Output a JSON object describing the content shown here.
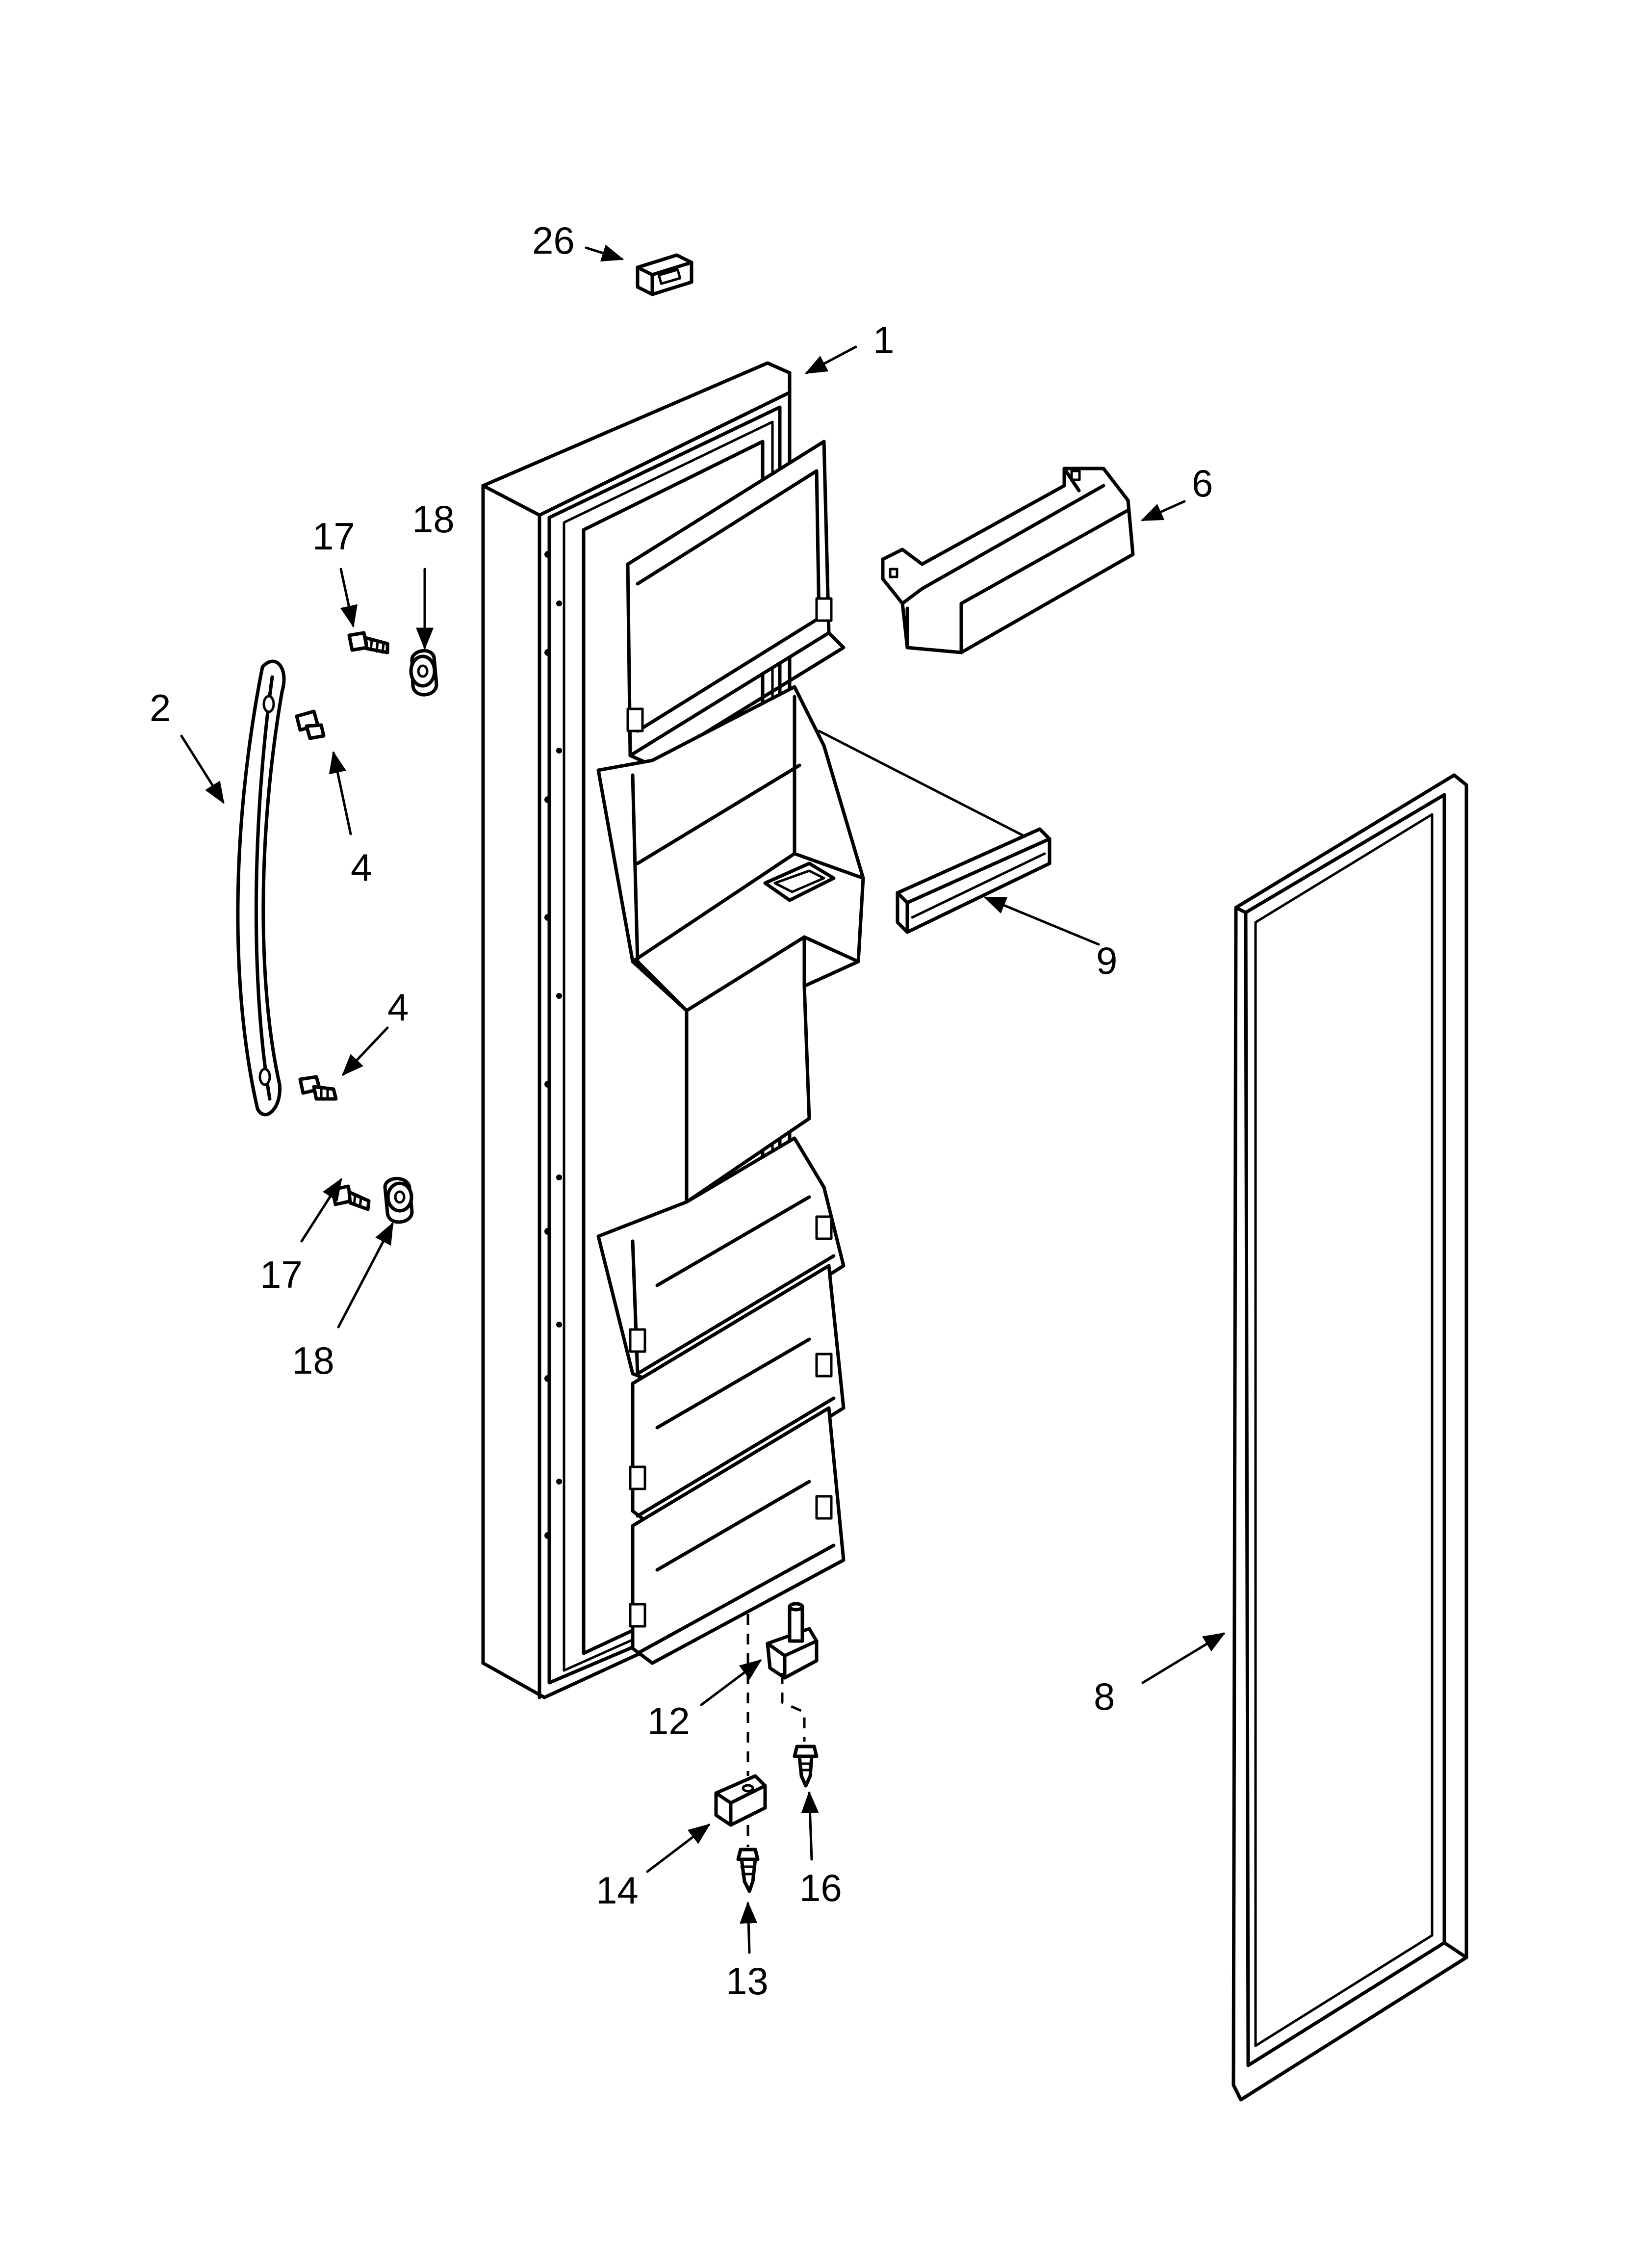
{
  "callouts": [
    {
      "id": "26",
      "text": "26"
    },
    {
      "id": "1",
      "text": "1"
    },
    {
      "id": "6",
      "text": "6"
    },
    {
      "id": "17a",
      "text": "17"
    },
    {
      "id": "18a",
      "text": "18"
    },
    {
      "id": "2",
      "text": "2"
    },
    {
      "id": "4a",
      "text": "4"
    },
    {
      "id": "9",
      "text": "9"
    },
    {
      "id": "4b",
      "text": "4"
    },
    {
      "id": "17b",
      "text": "17"
    },
    {
      "id": "18b",
      "text": "18"
    },
    {
      "id": "12",
      "text": "12"
    },
    {
      "id": "8",
      "text": "8"
    },
    {
      "id": "14",
      "text": "14"
    },
    {
      "id": "16",
      "text": "16"
    },
    {
      "id": "13",
      "text": "13"
    }
  ]
}
